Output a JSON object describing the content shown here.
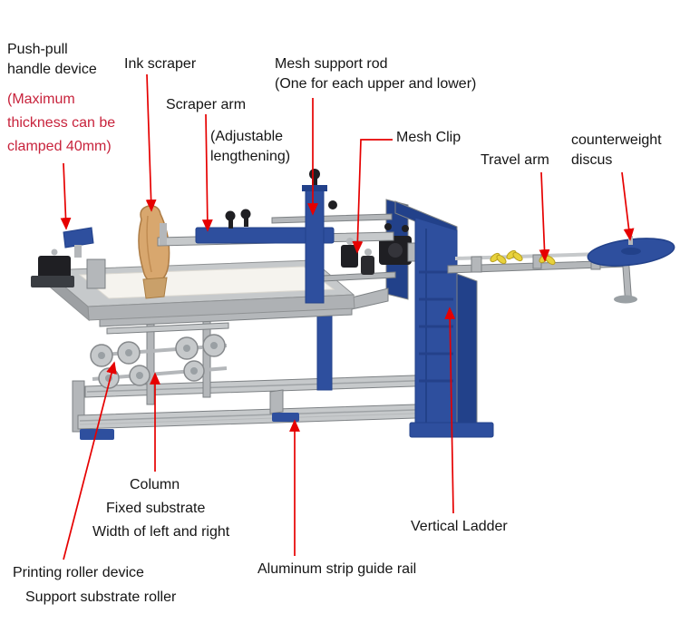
{
  "colors": {
    "machine_blue": "#2e4f9e",
    "machine_blue_dark": "#22418a",
    "silver": "#c6c9cb",
    "silver_dark": "#9aa0a4",
    "steel": "#b4b7ba",
    "mesh_white": "#f5f3ee",
    "black_part": "#1f1f23",
    "wood": "#d8a76e",
    "yellow_clip": "#e8d23c",
    "leader_red": "#e60000",
    "note_red": "#c8233c",
    "label_text": "#151515"
  },
  "labels": {
    "push_pull_handle": "Push-pull handle device",
    "push_pull_note": "(Maximum thickness can be clamped 40mm)",
    "ink_scraper": "Ink scraper",
    "scraper_arm": "Scraper arm",
    "scraper_arm_note": "(Adjustable lengthening)",
    "mesh_support_rod": "Mesh support rod",
    "mesh_support_rod_note": "(One for each upper and lower)",
    "mesh_clip": "Mesh Clip",
    "travel_arm": "Travel arm",
    "counterweight_discus": "counterweight discus",
    "column": "Column",
    "fixed_substrate": "Fixed substrate",
    "width_left_right": "Width of left and right",
    "vertical_ladder": "Vertical Ladder",
    "printing_roller_device": "Printing roller device",
    "support_substrate_roller": "Support substrate roller",
    "aluminum_strip_guide_rail": "Aluminum strip guide rail"
  }
}
